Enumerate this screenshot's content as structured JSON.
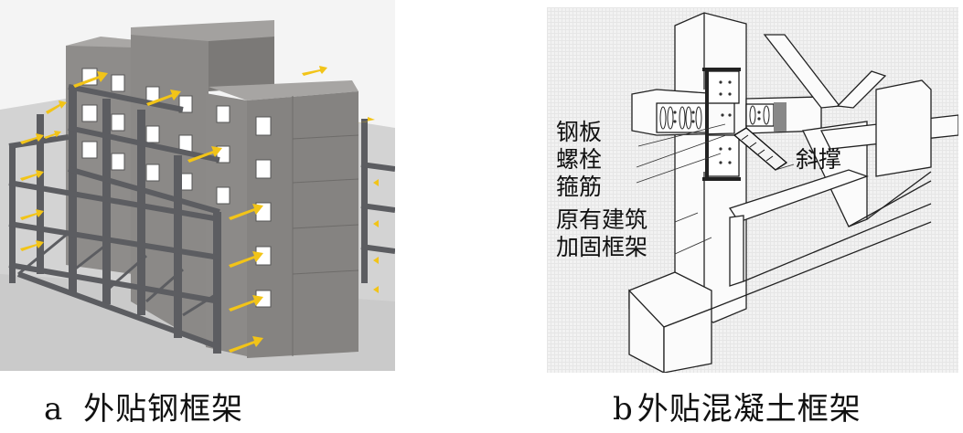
{
  "figure": {
    "panel_a": {
      "caption_letter": "a",
      "caption_text": "外贴钢框架",
      "colors": {
        "building": "#8f8d8b",
        "steel_frame": "#5e5f63",
        "arrows": "#f2c418",
        "ground": "#cfcfcf"
      }
    },
    "panel_b": {
      "caption_letter": "b",
      "caption_text": "外贴混凝土框架",
      "labels": {
        "steel_plate": "钢板",
        "bolt": "螺栓",
        "stirrup": "箍筋",
        "original_building": "原有建筑",
        "reinforcement_frame": "加固框架",
        "diagonal_brace": "斜撑"
      }
    }
  }
}
